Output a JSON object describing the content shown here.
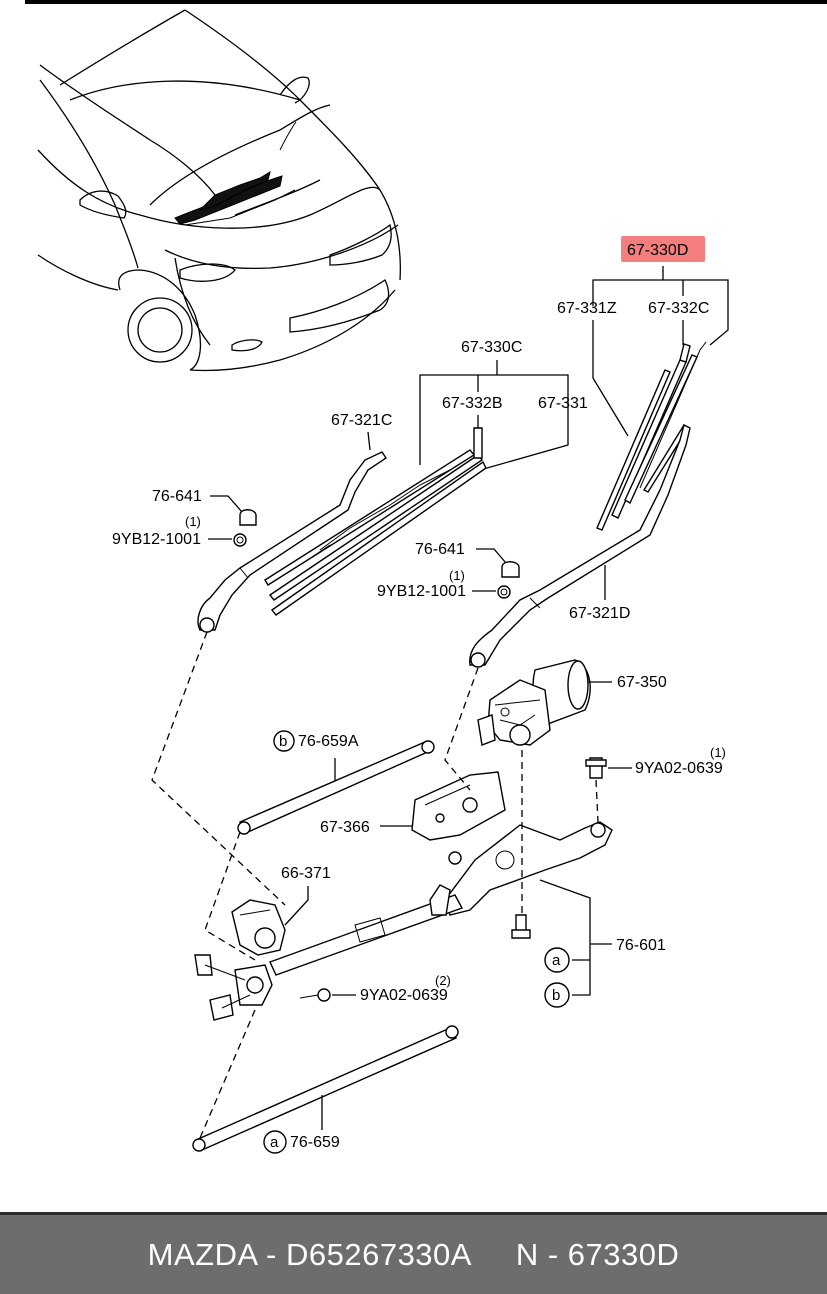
{
  "callouts": {
    "c_67_330D": "67-330D",
    "c_67_331Z": "67-331Z",
    "c_67_332C": "67-332C",
    "c_67_330C": "67-330C",
    "c_67_332B": "67-332B",
    "c_67_331": "67-331",
    "c_67_321C": "67-321C",
    "c_76_641_a": "76-641",
    "c_9YB12_1001_a": "9YB12-1001",
    "qty_1_a": "(1)",
    "c_76_641_b": "76-641",
    "c_9YB12_1001_b": "9YB12-1001",
    "qty_1_b": "(1)",
    "c_67_321D": "67-321D",
    "c_67_350": "67-350",
    "c_76_659A": "76-659A",
    "c_9YA02_0639_a": "9YA02-0639",
    "qty_1_c": "(1)",
    "c_67_366": "67-366",
    "c_66_371": "66-371",
    "c_76_601": "76-601",
    "c_9YA02_0639_b": "9YA02-0639",
    "qty_2": "(2)",
    "c_76_659": "76-659"
  },
  "circle_labels": {
    "b1": "b",
    "a1": "a",
    "b2": "b",
    "a2": "a"
  },
  "highlight_color": "#f47e7e",
  "footer": {
    "text": "MAZDA - D65267330A     N - 67330D"
  }
}
